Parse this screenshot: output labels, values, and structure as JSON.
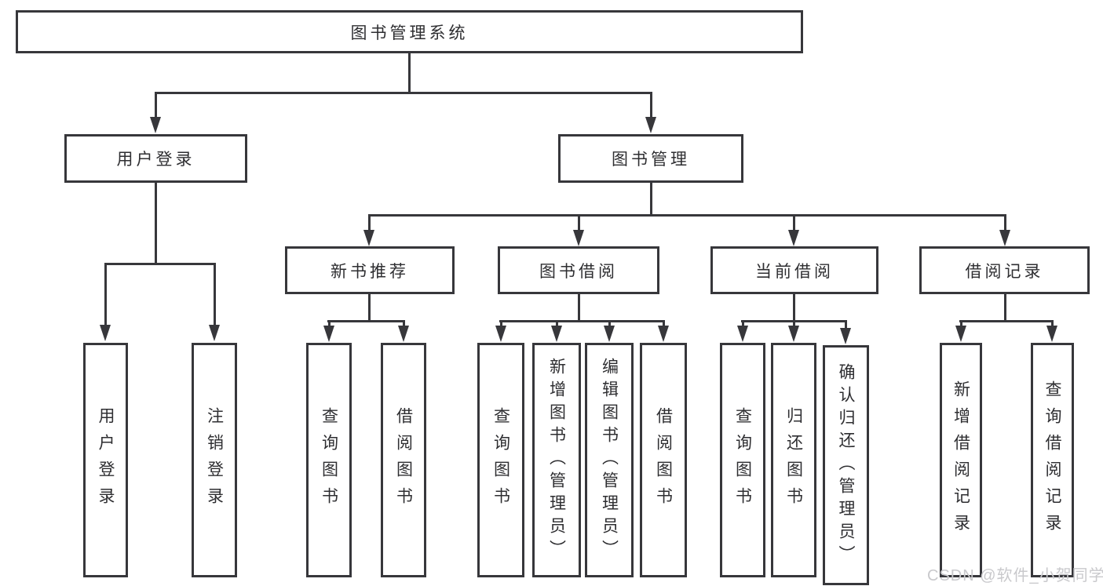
{
  "nodes": {
    "root": {
      "label": "图书管理系统"
    },
    "user_login": {
      "label": "用户登录"
    },
    "book_mgmt": {
      "label": "图书管理"
    },
    "new_book_rec": {
      "label": "新书推荐"
    },
    "book_borrow": {
      "label": "图书借阅"
    },
    "current_borrow": {
      "label": "当前借阅"
    },
    "borrow_records": {
      "label": "借阅记录"
    },
    "leaf_user_login": {
      "label": "用户登录"
    },
    "leaf_logout": {
      "label": "注销登录"
    },
    "leaf_query_books_1": {
      "label": "查询图书"
    },
    "leaf_borrow_books_1": {
      "label": "借阅图书"
    },
    "leaf_query_books_2": {
      "label": "查询图书"
    },
    "leaf_add_books": {
      "label": "新增图书（管理员）"
    },
    "leaf_edit_books": {
      "label": "编辑图书（管理员）"
    },
    "leaf_borrow_books_2": {
      "label": "借阅图书"
    },
    "leaf_query_books_3": {
      "label": "查询图书"
    },
    "leaf_return_books": {
      "label": "归还图书"
    },
    "leaf_confirm_return": {
      "label": "确认归还（管理员）"
    },
    "leaf_add_record": {
      "label": "新增借阅记录"
    },
    "leaf_query_record": {
      "label": "查询借阅记录"
    }
  },
  "hierarchy": {
    "root": [
      "user_login",
      "book_mgmt"
    ],
    "user_login": [
      "leaf_user_login",
      "leaf_logout"
    ],
    "book_mgmt": [
      "new_book_rec",
      "book_borrow",
      "current_borrow",
      "borrow_records"
    ],
    "new_book_rec": [
      "leaf_query_books_1",
      "leaf_borrow_books_1"
    ],
    "book_borrow": [
      "leaf_query_books_2",
      "leaf_add_books",
      "leaf_edit_books",
      "leaf_borrow_books_2"
    ],
    "current_borrow": [
      "leaf_query_books_3",
      "leaf_return_books",
      "leaf_confirm_return"
    ],
    "borrow_records": [
      "leaf_add_record",
      "leaf_query_record"
    ]
  },
  "watermark": {
    "text": "CSDN @软件_小贺同学",
    "color": "#c9c9cc"
  },
  "colors": {
    "line": "#37373b",
    "text": "#2e2e31",
    "background": "#ffffff"
  }
}
